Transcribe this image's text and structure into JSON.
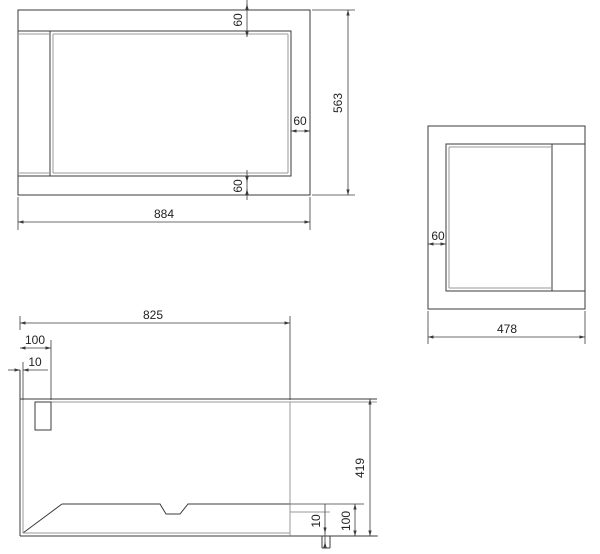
{
  "drawing": {
    "top_view": {
      "dim_length": "884",
      "dim_width": "563",
      "dim_rim_top": "60",
      "dim_rim_right": "60",
      "dim_rim_bottom": "60"
    },
    "side_view": {
      "dim_rim": "60",
      "dim_width": "478"
    },
    "front_view": {
      "dim_inner_length": "825",
      "dim_rim_width": "100",
      "dim_rim_thickness": "10",
      "dim_height": "419",
      "dim_floor_thickness": "10",
      "dim_floor_height": "100"
    }
  }
}
